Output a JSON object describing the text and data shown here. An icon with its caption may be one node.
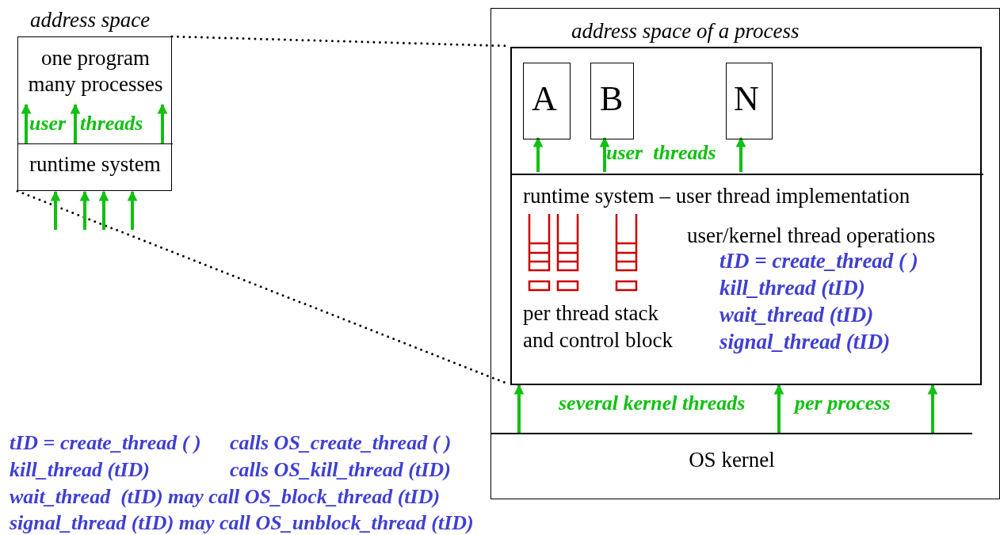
{
  "diagram": {
    "nodes": [
      {
        "text": [
          "address space"
        ]
      },
      {
        "text": [
          "one program many processes"
        ],
        "in": 0
      },
      {
        "text": [
          "runtime system"
        ],
        "in": 0
      },
      {
        "text": [],
        "shape": "box"
      },
      {
        "text": [
          "address space of a process"
        ],
        "in": 3
      },
      {
        "text": [
          "A"
        ],
        "in": 4
      },
      {
        "text": [
          "B"
        ],
        "in": 4
      },
      {
        "text": [
          "N"
        ],
        "in": 4
      },
      {
        "text": [
          "runtime system – user thread implementation",
          "per thread stack and control block",
          "user/kernel thread operations",
          "tID = create_thread ( )",
          "kill_thread (tID)",
          "wait_thread  (tID)",
          "signal_thread (tID)"
        ],
        "in": 4
      },
      {
        "text": [
          "OS kernel"
        ],
        "in": 3
      }
    ],
    "edges": [
      {
        "from": 0,
        "to": 4,
        "arrow": "none",
        "style": "dashed",
        "color": "#000000"
      },
      {
        "from": 0,
        "to": 4,
        "arrow": "none",
        "style": "dashed",
        "color": "#000000"
      },
      {
        "from": 2,
        "to": 1,
        "arrow": "to"
      },
      {
        "from": 2,
        "to": 1,
        "arrow": "to"
      },
      {
        "from": 2,
        "to": 1,
        "arrow": "to"
      },
      {
        "from": null,
        "to": 2,
        "arrow": "to"
      },
      {
        "from": null,
        "to": 2,
        "arrow": "to"
      },
      {
        "from": null,
        "to": 2,
        "arrow": "to"
      },
      {
        "from": null,
        "to": 2,
        "arrow": "to"
      },
      {
        "from": 8,
        "to": 5,
        "arrow": "to"
      },
      {
        "from": 8,
        "to": 6,
        "arrow": "to"
      },
      {
        "from": 8,
        "to": 7,
        "arrow": "to"
      },
      {
        "from": 9,
        "to": 4,
        "arrow": "to"
      },
      {
        "from": 9,
        "to": 4,
        "arrow": "to"
      },
      {
        "from": 9,
        "to": 4,
        "arrow": "to"
      }
    ],
    "labels": [
      "user",
      "threads",
      "user  threads",
      "several kernel threads",
      "per process",
      "tID = create_thread ( )",
      "calls OS_create_thread ( )",
      "kill_thread (tID)",
      "calls OS_kill_thread (tID)",
      "wait_thread  (tID) may call OS_block_thread (tID)",
      "signal_thread (tID) may call OS_unblock_thread (tID)"
    ]
  }
}
